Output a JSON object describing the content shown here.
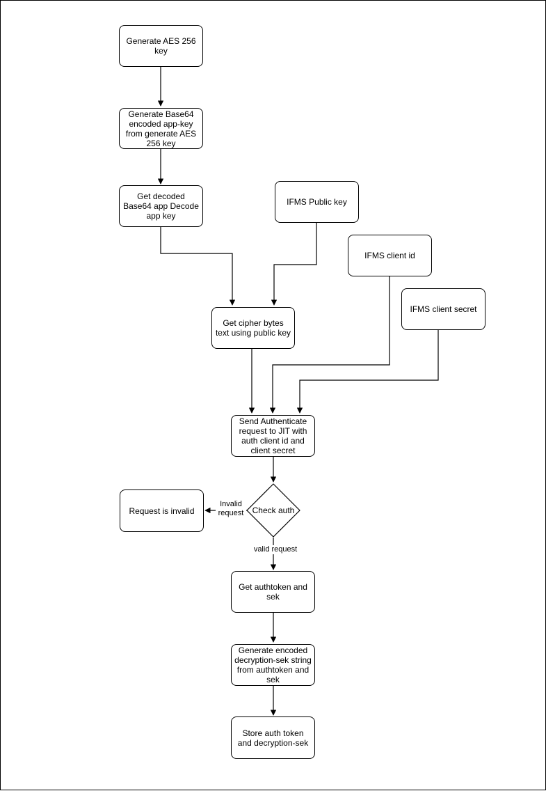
{
  "nodes": {
    "gen_aes": "Generate AES 256 key",
    "gen_base64": "Generate Base64 encoded app-key from generate AES 256 key",
    "get_decoded": "Get decoded Base64 app Decode app key",
    "ifms_public_key": "IFMS Public key",
    "ifms_client_id": "IFMS client id",
    "ifms_client_secret": "IFMS client secret",
    "get_cipher": "Get cipher bytes text using public key",
    "send_auth": "Send Authenticate request to JIT with auth client id and client secret",
    "check_auth": "Check auth",
    "request_invalid": "Request is invalid",
    "get_authtoken": "Get authtoken and sek",
    "gen_encoded": "Generate encoded decryption-sek string from authtoken and sek",
    "store_token": "Store auth token and decryption-sek"
  },
  "edge_labels": {
    "invalid": "Invalid request",
    "valid": "valid request"
  }
}
